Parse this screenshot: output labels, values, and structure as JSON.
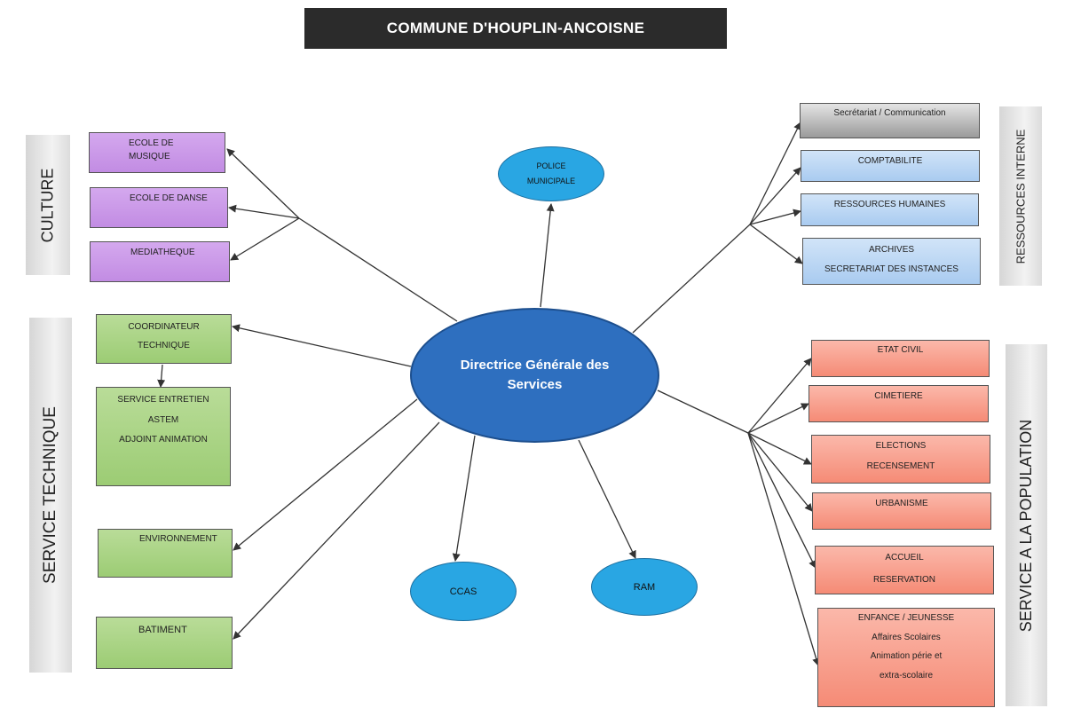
{
  "title": "COMMUNE D'HOUPLIN-ANCOISNE",
  "center": "Directrice Générale des Services",
  "bands": {
    "culture": "CULTURE",
    "service_technique": "SERVICE TECHNIQUE",
    "ressources_interne": "RESSOURCES INTERNE",
    "service_population": "SERVICE A LA POPULATION"
  },
  "culture": {
    "ecole_musique": [
      "ECOLE DE",
      "MUSIQUE"
    ],
    "ecole_danse": [
      "ECOLE DE DANSE"
    ],
    "mediatheque": [
      "MEDIATHEQUE"
    ]
  },
  "technique": {
    "coordinateur": [
      "COORDINATEUR",
      "TECHNIQUE"
    ],
    "entretien": [
      "SERVICE ENTRETIEN",
      "ASTEM",
      "ADJOINT ANIMATION"
    ],
    "environnement": [
      "ENVIRONNEMENT"
    ],
    "batiment": [
      "BATIMENT"
    ]
  },
  "ressources": {
    "secretariat": [
      "Secrétariat / Communication"
    ],
    "comptabilite": [
      "COMPTABILITE"
    ],
    "rh": [
      "RESSOURCES HUMAINES"
    ],
    "archives": [
      "ARCHIVES",
      "SECRETARIAT DES INSTANCES"
    ]
  },
  "population": {
    "etat_civil": [
      "ETAT CIVIL"
    ],
    "cimetiere": [
      "CIMETIERE"
    ],
    "elections": [
      "ELECTIONS",
      "RECENSEMENT"
    ],
    "urbanisme": [
      "URBANISME"
    ],
    "accueil": [
      "ACCUEIL",
      "RESERVATION"
    ],
    "enfance": [
      "ENFANCE / JEUNESSE",
      "Affaires Scolaires",
      "Animation périe et",
      "extra-scolaire"
    ]
  },
  "satellites": {
    "police": [
      "POLICE",
      "MUNICIPALE"
    ],
    "ccas": "CCAS",
    "ram": "RAM"
  }
}
